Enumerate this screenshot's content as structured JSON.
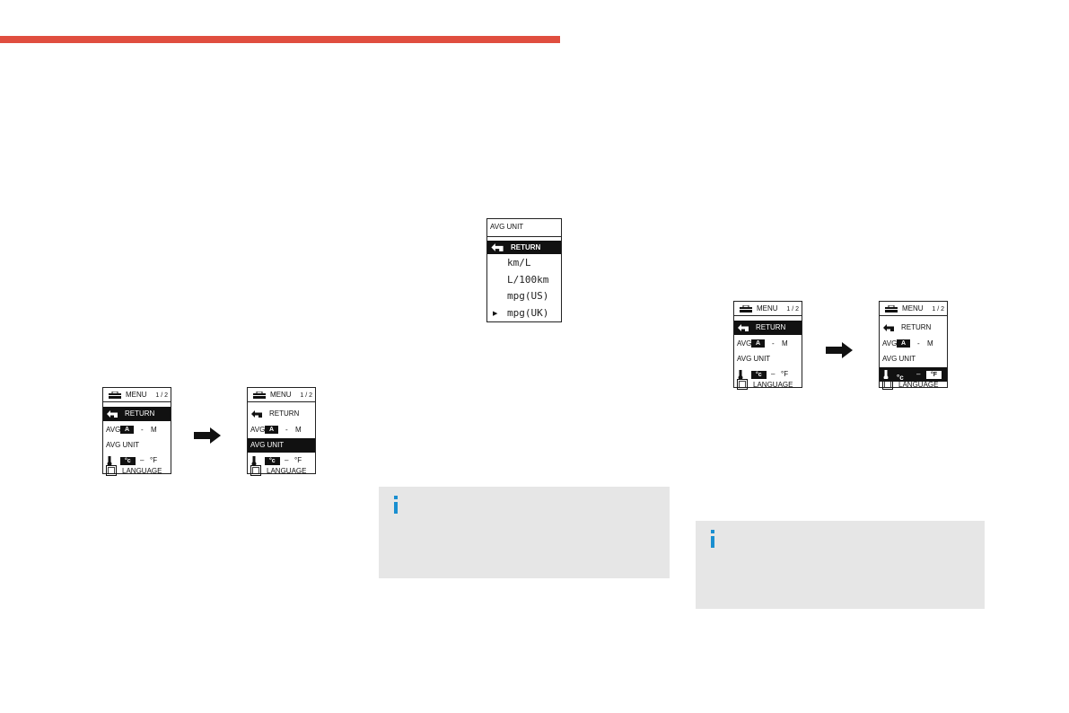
{
  "theme": {
    "accent": "#e04e3f",
    "info_bg": "#e6e6e6",
    "info_icon_color": "#1a8fd0"
  },
  "menu": {
    "title": "MENU",
    "page": "1 / 2",
    "return_label": "RETURN",
    "avg_label": "AVG",
    "avg_option_a": "A",
    "avg_dash": "-",
    "avg_option_m": "M",
    "avg_unit_label": "AVG UNIT",
    "temp_c": "°c",
    "temp_dash": "–",
    "temp_f": "°F",
    "language_label": "LANGUAGE"
  },
  "avg_unit_screen": {
    "title": "AVG UNIT",
    "return_label": "RETURN",
    "options": [
      "km/L",
      "L/100km",
      "mpg(US)",
      "mpg(UK)"
    ],
    "current_marker": "▶"
  },
  "icons": [
    "toolbox-icon",
    "return-arrow-icon",
    "thermometer-icon",
    "language-icon",
    "right-arrow-icon",
    "info-icon"
  ]
}
